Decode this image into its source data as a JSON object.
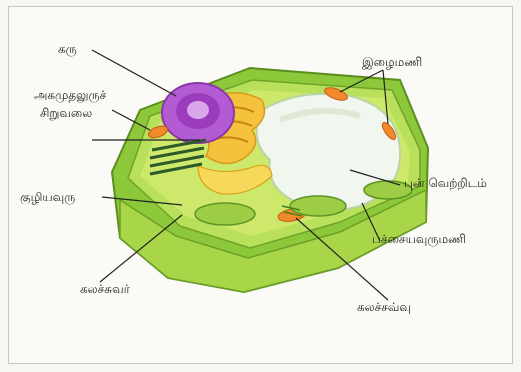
{
  "labels": {
    "nucleus": "கரு",
    "er_line1": "அகமுதலுருச்",
    "er_line2": "சிறுவலை",
    "chloroplast": "இழைமணி",
    "vacuole": "புன் வெற்றிடம்",
    "cytoplasm": "குழியவுரு",
    "plastid": "பச்சையவுருமணி",
    "cell_wall": "கலச்சுவர்",
    "cell_membrane": "கலச்சவ்வு"
  }
}
